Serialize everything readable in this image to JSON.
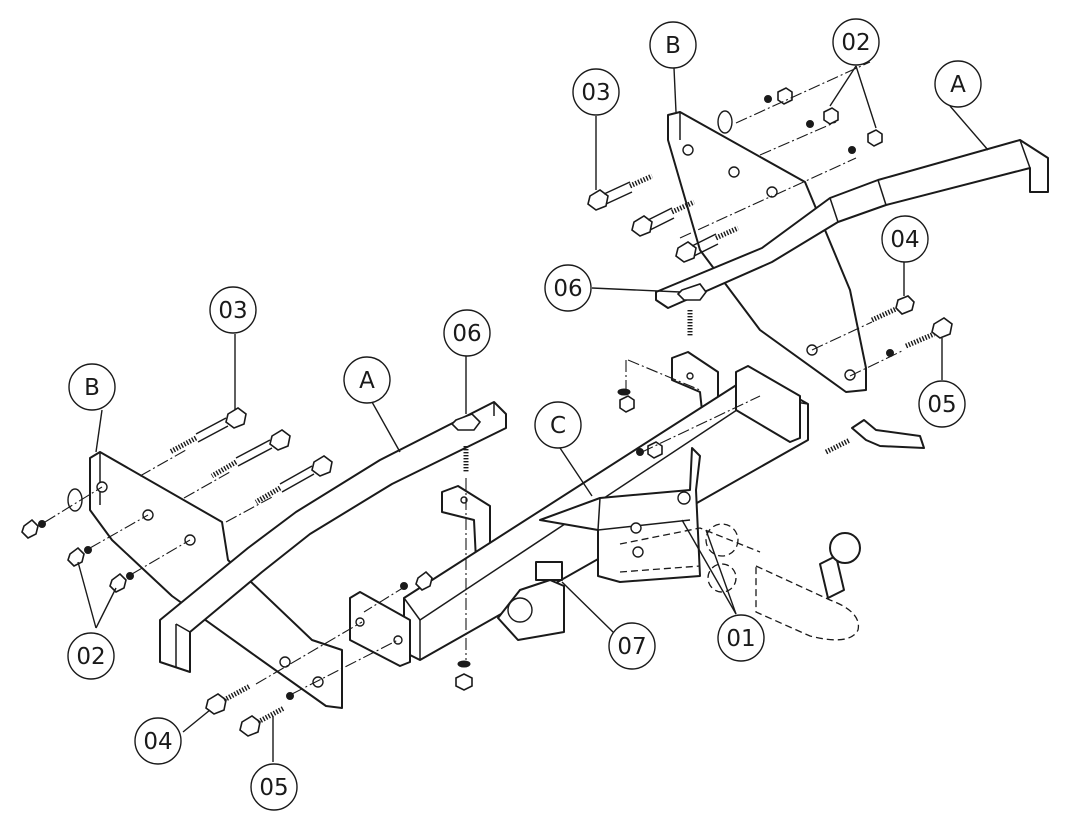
{
  "diagram": {
    "callouts": [
      {
        "id": "b-left",
        "label": "B"
      },
      {
        "id": "03-left",
        "label": "03"
      },
      {
        "id": "a-left",
        "label": "A"
      },
      {
        "id": "06-left",
        "label": "06"
      },
      {
        "id": "02-left",
        "label": "02"
      },
      {
        "id": "04-left",
        "label": "04"
      },
      {
        "id": "05-left",
        "label": "05"
      },
      {
        "id": "07",
        "label": "07"
      },
      {
        "id": "c",
        "label": "C"
      },
      {
        "id": "01",
        "label": "01"
      },
      {
        "id": "03-right",
        "label": "03"
      },
      {
        "id": "b-right",
        "label": "B"
      },
      {
        "id": "02-right",
        "label": "02"
      },
      {
        "id": "a-right",
        "label": "A"
      },
      {
        "id": "06-right",
        "label": "06"
      },
      {
        "id": "04-right",
        "label": "04"
      },
      {
        "id": "05-right",
        "label": "05"
      }
    ]
  }
}
